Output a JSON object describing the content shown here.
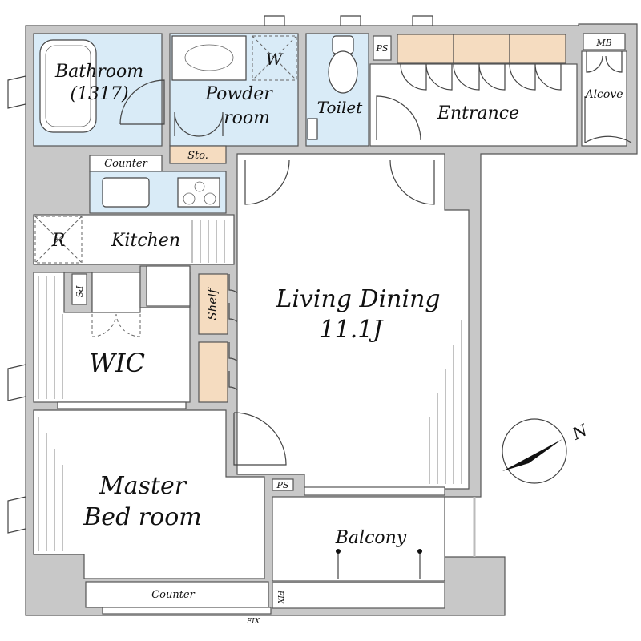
{
  "rooms": {
    "bathroom": "Bathroom",
    "bathroom_size": "(1317)",
    "powder_room_1": "Powder",
    "powder_room_2": "room",
    "washer": "W",
    "storage": "Sto.",
    "toilet": "Toilet",
    "pipe_space": "PS",
    "entrance": "Entrance",
    "meter_box": "MB",
    "alcove": "Alcove",
    "counter_kitchen": "Counter",
    "kitchen": "Kitchen",
    "refrigerator": "R",
    "pipe_space_2": "PS",
    "shelf": "Shelf",
    "wic": "WIC",
    "living_dining_1": "Living Dining",
    "living_dining_2": "11.1J",
    "pipe_space_3": "PS",
    "master_1": "Master",
    "master_2": "Bed room",
    "balcony": "Balcony",
    "counter_bedroom": "Counter",
    "fix_vertical": "FIX",
    "fix_horizontal": "FIX"
  },
  "compass": {
    "label": "N"
  }
}
